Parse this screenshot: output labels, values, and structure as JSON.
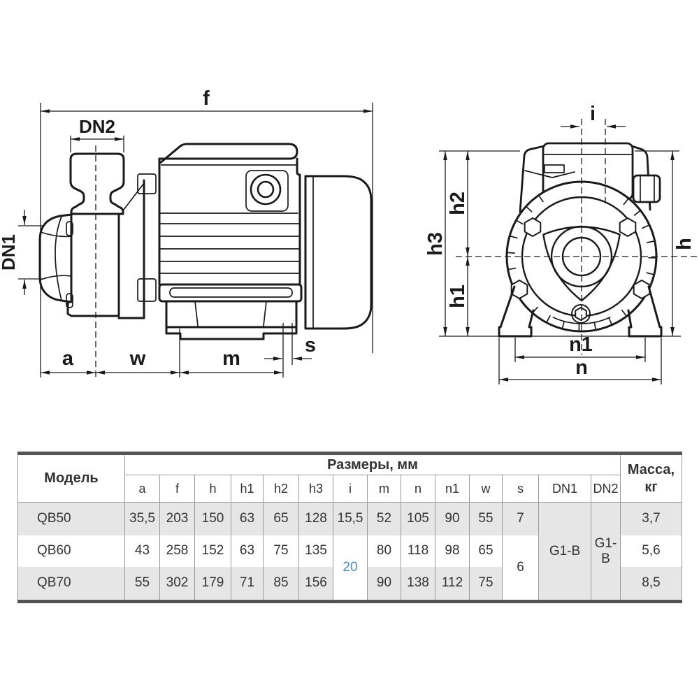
{
  "accent_color": "#4d8cc0",
  "drawing": {
    "side_labels": {
      "f": "f",
      "dn2": "DN2",
      "dn1": "DN1",
      "a": "a",
      "w": "w",
      "m": "m",
      "s": "s"
    },
    "front_labels": {
      "i": "i",
      "h2": "h2",
      "h3": "h3",
      "h1": "h1",
      "h": "h",
      "n1": "n1",
      "n": "n"
    }
  },
  "table": {
    "header": {
      "model": "Модель",
      "dimensions": "Размеры, мм",
      "mass": "Масса, кг"
    },
    "columns": [
      "a",
      "f",
      "h",
      "h1",
      "h2",
      "h3",
      "i",
      "m",
      "n",
      "n1",
      "w",
      "s",
      "DN1",
      "DN2"
    ],
    "merged": {
      "i": "20",
      "s": "6",
      "dn1": "G1-B",
      "dn2": "G1-B"
    },
    "rows": [
      {
        "model": "QB50",
        "a": "35,5",
        "f": "203",
        "h": "150",
        "h1": "63",
        "h2": "65",
        "h3": "128",
        "i": "15,5",
        "m": "52",
        "n": "105",
        "n1": "90",
        "w": "55",
        "s": "7",
        "mass": "3,7"
      },
      {
        "model": "QB60",
        "a": "43",
        "f": "258",
        "h": "152",
        "h1": "63",
        "h2": "75",
        "h3": "135",
        "m": "80",
        "n": "118",
        "n1": "98",
        "w": "65",
        "mass": "5,6"
      },
      {
        "model": "QB70",
        "a": "55",
        "f": "302",
        "h": "179",
        "h1": "71",
        "h2": "85",
        "h3": "156",
        "m": "90",
        "n": "138",
        "n1": "112",
        "w": "75",
        "mass": "8,5"
      }
    ]
  }
}
